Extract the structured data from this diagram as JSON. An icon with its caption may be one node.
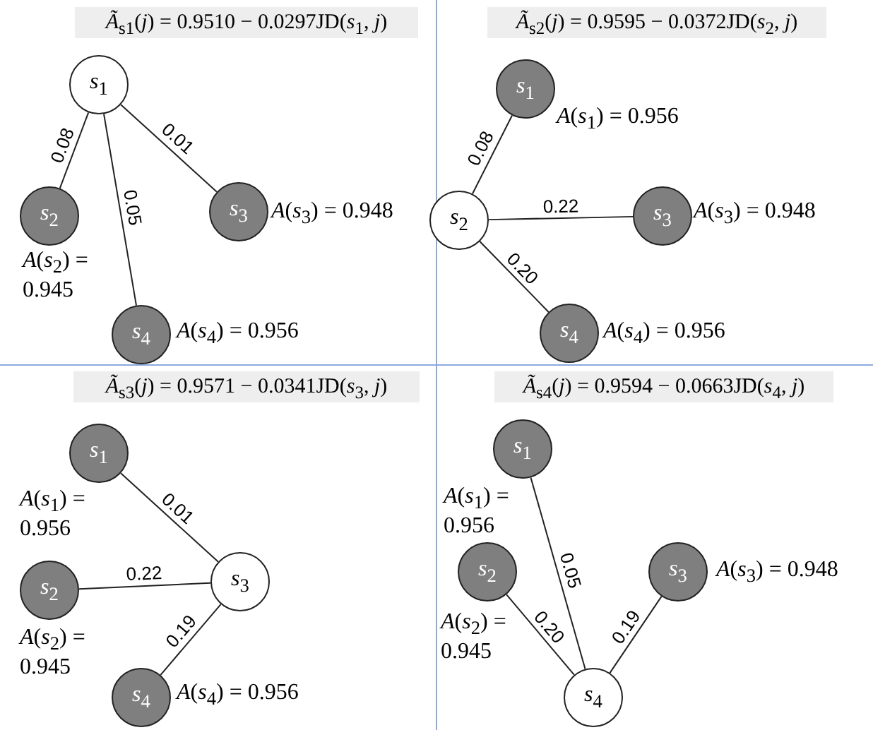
{
  "diagram": {
    "nodes": [
      {
        "text": [
          "*s*$_{1}$"
        ]
      },
      {
        "text": [
          "*s*$_{2}$"
        ],
        "beside": [
          "*A*(*s*$_{2}$) = 0.945"
        ]
      },
      {
        "text": [
          "*s*$_{3}$"
        ],
        "beside": [
          "*A*(*s*$_{3}$) = 0.948"
        ]
      },
      {
        "text": [
          "*s*$_{4}$"
        ],
        "beside": [
          "*A*(*s*$_{4}$) = 0.956"
        ]
      },
      {
        "text": [
          "*s*$_{1}$"
        ],
        "beside": [
          "*A*(*s*$_{1}$) = 0.956"
        ]
      },
      {
        "text": [
          "*s*$_{2}$"
        ]
      },
      {
        "text": [
          "*s*$_{3}$"
        ],
        "beside": [
          "*A*(*s*$_{3}$) = 0.948"
        ]
      },
      {
        "text": [
          "*s*$_{4}$"
        ],
        "beside": [
          "*A*(*s*$_{4}$) = 0.956"
        ]
      },
      {
        "text": [
          "*s*$_{1}$"
        ],
        "beside": [
          "*A*(*s*$_{1}$) = 0.956"
        ]
      },
      {
        "text": [
          "*s*$_{2}$"
        ],
        "beside": [
          "*A*(*s*$_{2}$) = 0.945"
        ]
      },
      {
        "text": [
          "*s*$_{3}$"
        ]
      },
      {
        "text": [
          "*s*$_{4}$"
        ],
        "beside": [
          "*A*(*s*$_{4}$) = 0.956"
        ]
      },
      {
        "text": [
          "*s*$_{1}$"
        ],
        "beside": [
          "*A*(*s*$_{1}$) = 0.956"
        ]
      },
      {
        "text": [
          "*s*$_{2}$"
        ],
        "beside": [
          "*A*(*s*$_{2}$) = 0.945"
        ]
      },
      {
        "text": [
          "*s*$_{3}$"
        ],
        "beside": [
          "*A*(*s*$_{3}$) = 0.948"
        ]
      },
      {
        "text": [
          "*s*$_{4}$"
        ]
      }
    ],
    "edges": [
      {
        "from": 0,
        "to": 1,
        "arrow": "none",
        "label": "0.08"
      },
      {
        "from": 0,
        "to": 3,
        "arrow": "none",
        "label": "0.05"
      },
      {
        "from": 0,
        "to": 2,
        "arrow": "none",
        "label": "0.01"
      },
      {
        "from": 5,
        "to": 4,
        "arrow": "none",
        "label": "0.08"
      },
      {
        "from": 5,
        "to": 6,
        "arrow": "none",
        "label": "0.22"
      },
      {
        "from": 5,
        "to": 7,
        "arrow": "none",
        "label": "0.20"
      },
      {
        "from": 10,
        "to": 8,
        "arrow": "none",
        "label": "0.01"
      },
      {
        "from": 10,
        "to": 9,
        "arrow": "none",
        "label": "0.22"
      },
      {
        "from": 10,
        "to": 11,
        "arrow": "none",
        "label": "0.19"
      },
      {
        "from": 15,
        "to": 12,
        "arrow": "none",
        "label": "0.05"
      },
      {
        "from": 15,
        "to": 13,
        "arrow": "none",
        "label": "0.20"
      },
      {
        "from": 15,
        "to": 14,
        "arrow": "none",
        "label": "0.19"
      }
    ],
    "labels": [
      "*Ã*$_{s1}$(*j*) = 0.9510 − 0.0297JD(*s*$_{1}$, *j*)",
      "*Ã*$_{s2}$(*j*) = 0.9595 − 0.0372JD(*s*$_{2}$, *j*)",
      "*Ã*$_{s3}$(*j*) = 0.9571 − 0.0341JD(*s*$_{3}$, *j*)",
      "*Ã*$_{s4}$(*j*) = 0.9594 − 0.0663JD(*s*$_{4}$, *j*)"
    ]
  }
}
